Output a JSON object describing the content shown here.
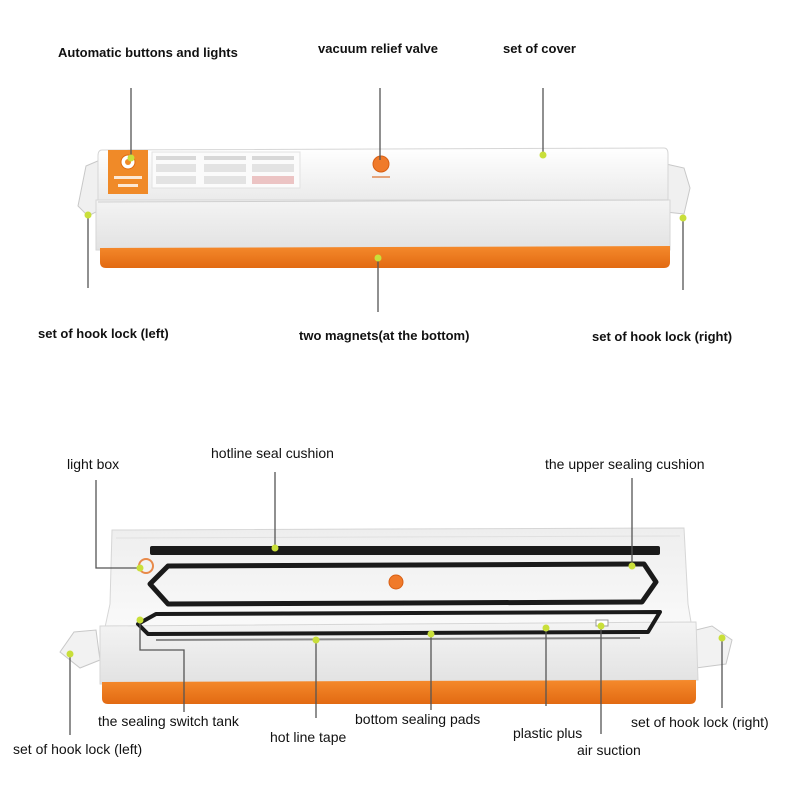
{
  "top_diagram": {
    "labels": {
      "automatic_buttons": "Automatic buttons and lights",
      "vacuum_valve": "vacuum relief valve",
      "set_of_cover": "set of cover",
      "hook_lock_left": "set of hook lock (left)",
      "two_magnets": "two magnets(at the bottom)",
      "hook_lock_right": "set of hook lock (right)"
    }
  },
  "bottom_diagram": {
    "labels": {
      "light_box": "light box",
      "hotline_seal_cushion": "hotline seal cushion",
      "upper_sealing_cushion": "the upper sealing cushion",
      "sealing_switch_tank": "the sealing switch tank",
      "bottom_sealing_pads": "bottom sealing pads",
      "hook_lock_right": "set of hook lock (right)",
      "hook_lock_left": "set of hook lock (left)",
      "hot_line_tape": "hot line tape",
      "plastic_plus": "plastic plus",
      "air_suction": "air suction"
    }
  },
  "colors": {
    "accent_orange": "#ef7a1f",
    "leader_line": "#555555",
    "marker_dot": "#c9df3a",
    "device_white": "#f7f7f7",
    "gasket_black": "#1a1a1a"
  }
}
